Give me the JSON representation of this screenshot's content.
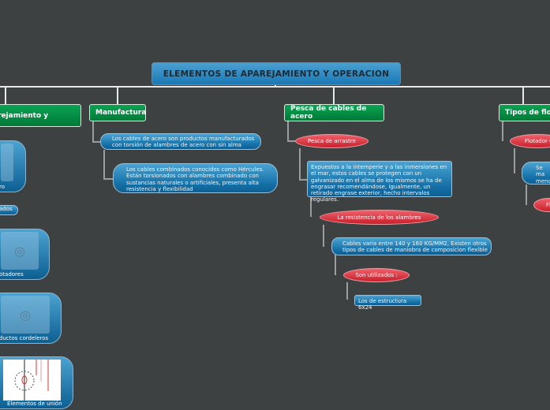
{
  "central": {
    "title": "ELEMENTOS DE APAREJAMIENTO Y OPERACION"
  },
  "branches": {
    "left": {
      "label": "rejamiento y",
      "images": [
        {
          "caption": "ro"
        },
        {
          "caption": "ados"
        },
        {
          "caption": "otadores"
        },
        {
          "caption": "ductos cordeleros"
        },
        {
          "caption": "Elementos de unión"
        }
      ]
    },
    "manufactura": {
      "label": "Manufactura",
      "items": [
        "Los cables de acero son productos manufacturados con torsión de alambres de acero con sin alma",
        "Los cables combinados conocidos como Hércules. Están torsionados con alambres combinado con sustancias naturales o artificiales, presenta alta resistencia y flexibilidad"
      ]
    },
    "pesca": {
      "label": "Pesca de cables de acero",
      "arrastre": "Pesca de arrastre",
      "expuestos": "Expuestos a la intemperie y a las inmersiones en el mar, estos  cables se protegen con un galvanizado en el alma de los mismos se ha de engrasar recomendándose, igualmente, un retirado engrase exterior, hecho intervalos regulares.",
      "resistencia": "La resistencia de los alambres",
      "cables_varia": "Cables varia entre 140 y 160 KG/MM2, Existen otros tipos de cables de maniobra de composicion flexible",
      "son_utilizados": "Son utilizados :",
      "estructura": "Los de estructura 6x24"
    },
    "flotadores": {
      "label": "Tipos de flota",
      "flotador": "Flotador C",
      "desc": "Se ma meno se ca",
      "fl": "Fl"
    }
  }
}
